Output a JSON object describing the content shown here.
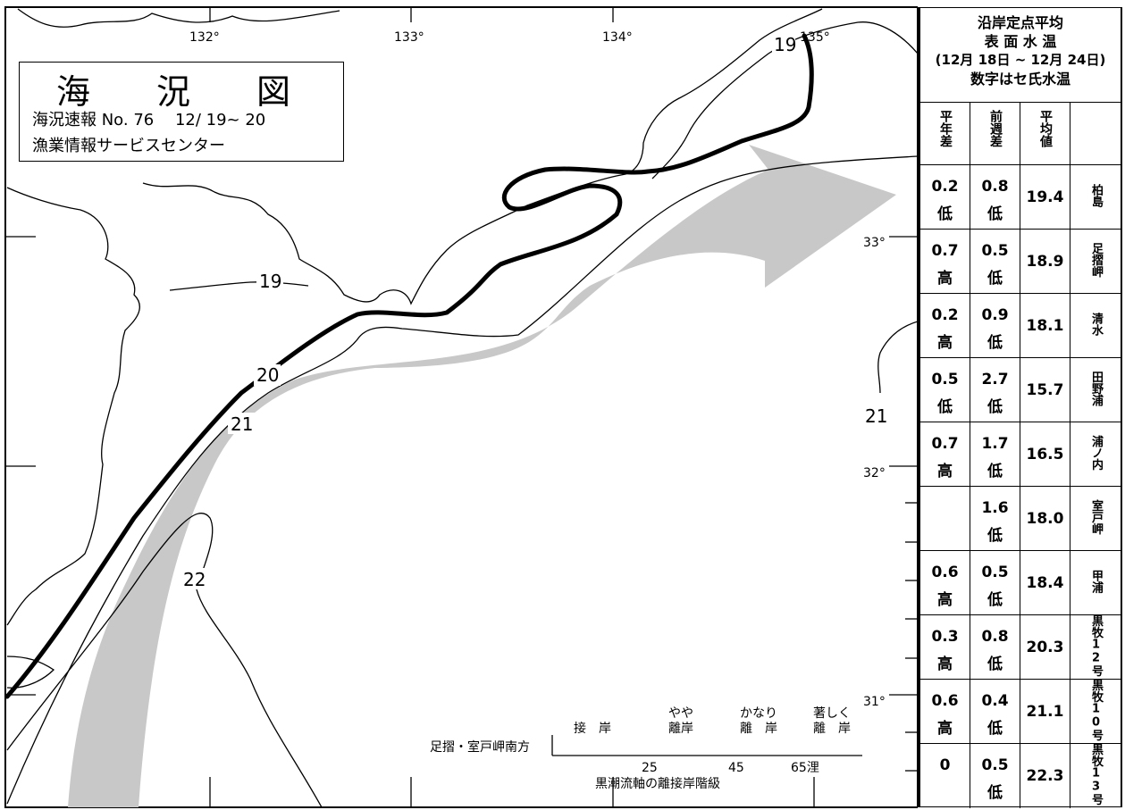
{
  "title_box": {
    "title": "海　況　図",
    "line1": "海況速報 No. 76　 12/ 19~ 20",
    "line2": "漁業情報サービスセンター"
  },
  "longitudes": [
    "132°",
    "133°",
    "134°",
    "135°"
  ],
  "latitudes": [
    "33°",
    "32°",
    "31°"
  ],
  "isotherms": [
    "19",
    "20",
    "21",
    "22",
    "21",
    "19"
  ],
  "legend": {
    "row_label": "足摺・室戸岬南方",
    "classes": [
      {
        "top": "",
        "bottom": "接　岸"
      },
      {
        "top": "やや",
        "bottom": "離岸"
      },
      {
        "top": "かなり",
        "bottom": "離　岸"
      },
      {
        "top": "著しく",
        "bottom": "離　岸"
      }
    ],
    "scale": [
      "25",
      "45",
      "65浬"
    ],
    "caption": "黒潮流軸の離接岸階級"
  },
  "table": {
    "title_lines": [
      "沿岸定点平均",
      "表 面 水 温",
      "(12月 18日 ~ 12月 24日)",
      "数字はセ氏水温"
    ],
    "headers": [
      "平年差",
      "前週差",
      "平均値",
      ""
    ],
    "rows": [
      {
        "annual": "0.2",
        "annual_dir": "低",
        "weekly": "0.8",
        "weekly_dir": "低",
        "avg": "19.4",
        "station": "柏島"
      },
      {
        "annual": "0.7",
        "annual_dir": "高",
        "weekly": "0.5",
        "weekly_dir": "低",
        "avg": "18.9",
        "station": "足摺岬"
      },
      {
        "annual": "0.2",
        "annual_dir": "高",
        "weekly": "0.9",
        "weekly_dir": "低",
        "avg": "18.1",
        "station": "清水"
      },
      {
        "annual": "0.5",
        "annual_dir": "低",
        "weekly": "2.7",
        "weekly_dir": "低",
        "avg": "15.7",
        "station": "田野浦"
      },
      {
        "annual": "0.7",
        "annual_dir": "高",
        "weekly": "1.7",
        "weekly_dir": "低",
        "avg": "16.5",
        "station": "浦ノ内"
      },
      {
        "annual": "",
        "annual_dir": "",
        "weekly": "1.6",
        "weekly_dir": "低",
        "avg": "18.0",
        "station": "室戸岬"
      },
      {
        "annual": "0.6",
        "annual_dir": "高",
        "weekly": "0.5",
        "weekly_dir": "低",
        "avg": "18.4",
        "station": "甲浦"
      },
      {
        "annual": "0.3",
        "annual_dir": "高",
        "weekly": "0.8",
        "weekly_dir": "低",
        "avg": "20.3",
        "station": "黒牧12号"
      },
      {
        "annual": "0.6",
        "annual_dir": "高",
        "weekly": "0.4",
        "weekly_dir": "低",
        "avg": "21.1",
        "station": "黒牧10号"
      },
      {
        "annual": "0",
        "annual_dir": "",
        "weekly": "0.5",
        "weekly_dir": "低",
        "avg": "22.3",
        "station": "黒牧13号"
      }
    ]
  },
  "colors": {
    "current": "#c8c8c8",
    "line": "#000000",
    "background": "#ffffff"
  }
}
